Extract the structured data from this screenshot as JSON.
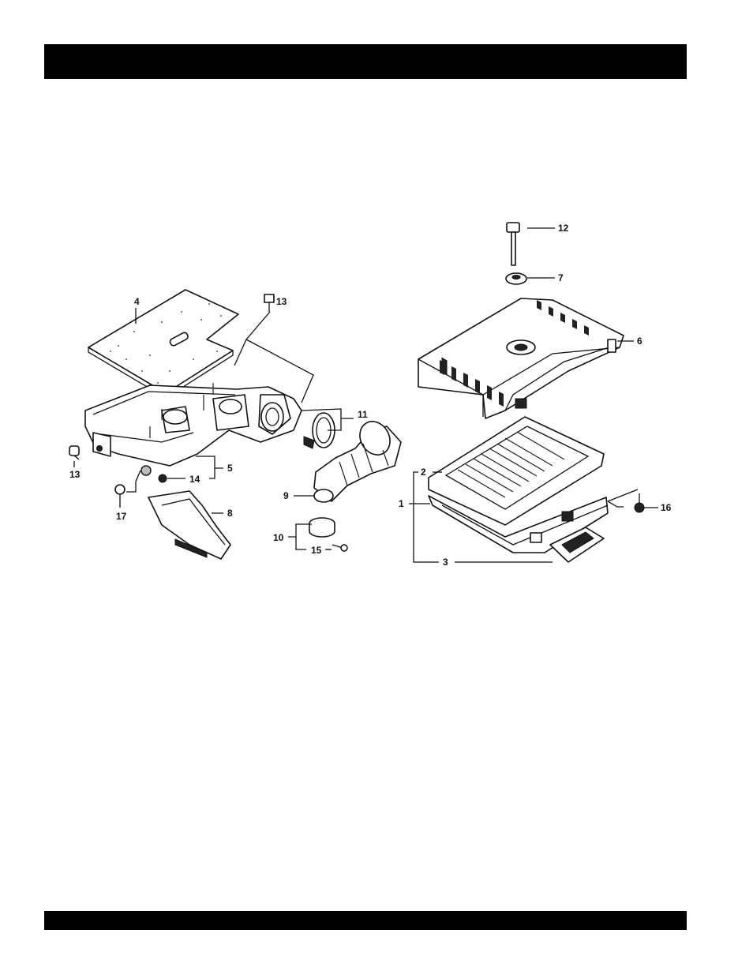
{
  "header_bar": {
    "text": ""
  },
  "footer_bar": {
    "text": ""
  },
  "callouts": [
    {
      "id": "c1",
      "label": "1"
    },
    {
      "id": "c2",
      "label": "2"
    },
    {
      "id": "c3",
      "label": "3"
    },
    {
      "id": "c4",
      "label": "4"
    },
    {
      "id": "c5",
      "label": "5"
    },
    {
      "id": "c6",
      "label": "6"
    },
    {
      "id": "c7",
      "label": "7"
    },
    {
      "id": "c8",
      "label": "8"
    },
    {
      "id": "c9",
      "label": "9"
    },
    {
      "id": "c10",
      "label": "10"
    },
    {
      "id": "c11",
      "label": "11"
    },
    {
      "id": "c12",
      "label": "12"
    },
    {
      "id": "c13a",
      "label": "13"
    },
    {
      "id": "c13b",
      "label": "13"
    },
    {
      "id": "c14",
      "label": "14"
    },
    {
      "id": "c15",
      "label": "15"
    },
    {
      "id": "c16",
      "label": "16"
    },
    {
      "id": "c17",
      "label": "17"
    }
  ]
}
